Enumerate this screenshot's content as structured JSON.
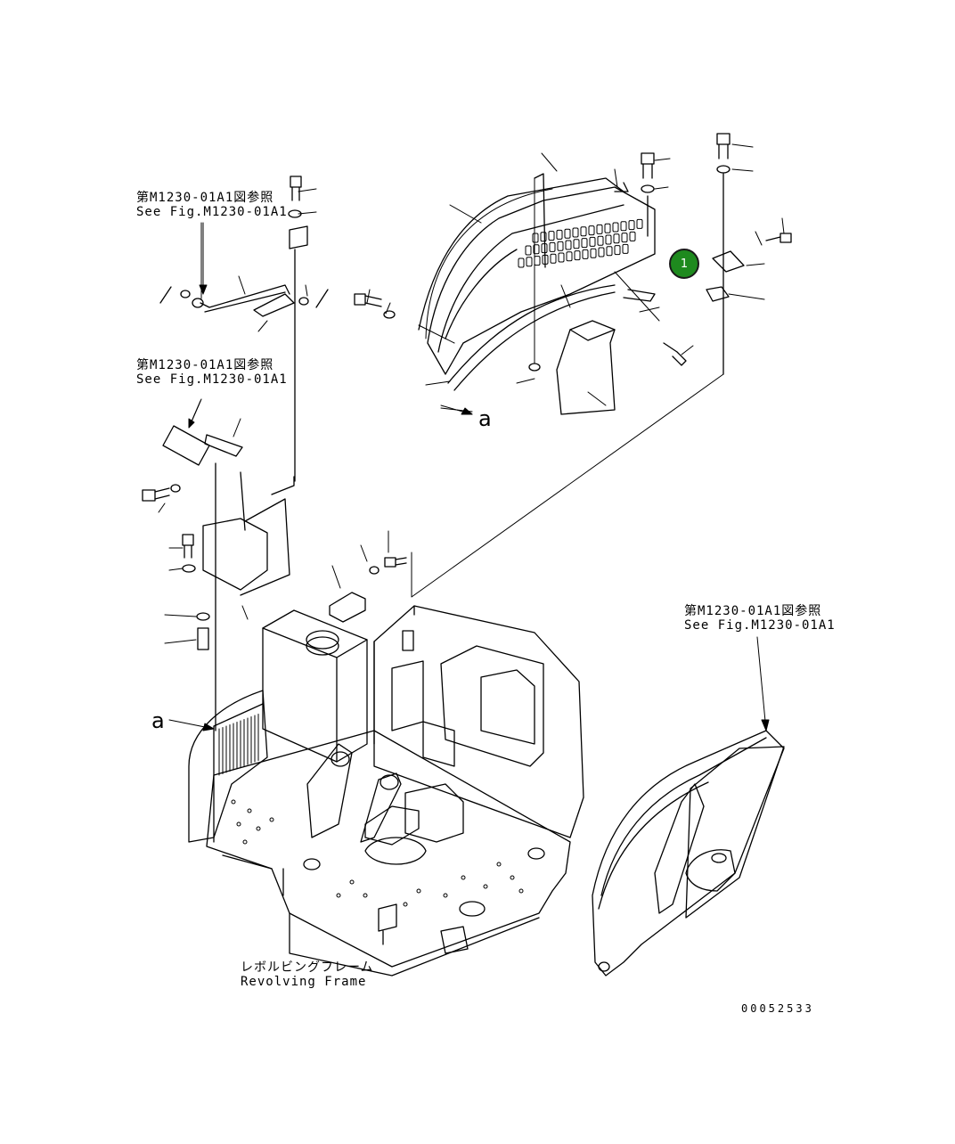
{
  "references": [
    {
      "line1": "第M1230-01A1図参照",
      "line2": "See Fig.M1230-01A1"
    },
    {
      "line1": "第M1230-01A1図参照",
      "line2": "See Fig.M1230-01A1"
    },
    {
      "line1": "第M1230-01A1図参照",
      "line2": "See Fig.M1230-01A1"
    }
  ],
  "frame_label": {
    "jp": "レボルビングフレーム",
    "en": "Revolving Frame"
  },
  "view_markers": {
    "top": "a",
    "left": "a"
  },
  "callout": {
    "number": "1",
    "color": "#1e8a1e"
  },
  "drawing_number": "00052533",
  "colors": {
    "line": "#000000",
    "background": "#ffffff"
  }
}
